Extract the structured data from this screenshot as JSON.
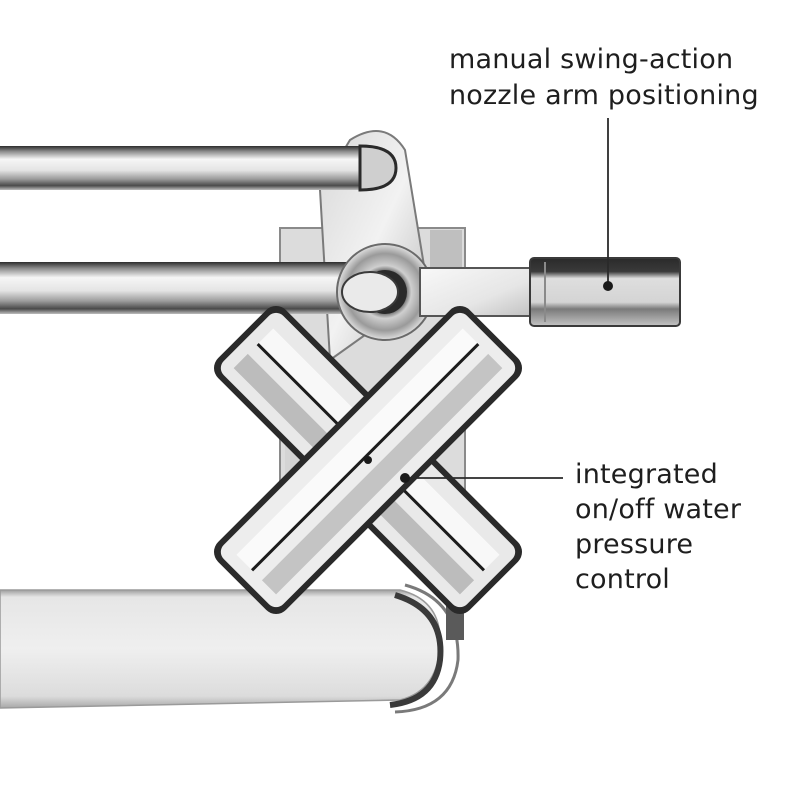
{
  "image": {
    "subject": "chrome shower head arm with cross-shaped handle",
    "background_color": "#ffffff",
    "metal_colors": {
      "highlight": "#f4f4f4",
      "mid": "#c8c8c8",
      "shadow": "#3a3a3a",
      "dark_edge": "#1a1a1a"
    }
  },
  "callouts": [
    {
      "id": "swing-action",
      "lines": [
        "manual swing-action",
        "nozzle arm positioning"
      ],
      "line_color": "#2a2a2a",
      "dot_color": "#1a1a1a"
    },
    {
      "id": "water-control",
      "lines": [
        "integrated",
        "on/off water",
        "pressure",
        "control"
      ],
      "line_color": "#2a2a2a",
      "dot_color": "#1a1a1a"
    }
  ]
}
